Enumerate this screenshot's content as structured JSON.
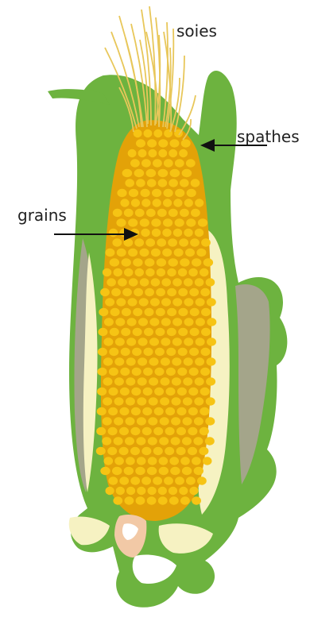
{
  "labels": {
    "silk": "soies",
    "husks": "spathes",
    "kernels": "grains"
  },
  "colors": {
    "husk_green": "#6DB33F",
    "husk_grey": "#A4A58A",
    "husk_cream": "#F6F2C2",
    "cob_orange": "#E3A208",
    "kernel_yellow": "#F6C414",
    "silk": "#E8C75A",
    "stalk_pink": "#F2C9A6",
    "arrow": "#111111"
  }
}
